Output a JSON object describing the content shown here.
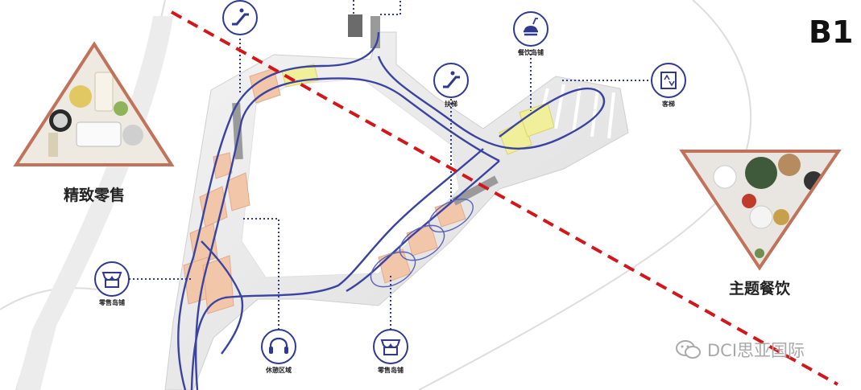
{
  "level": "B1",
  "zones": {
    "retail": "精致零售",
    "dining": "主题餐饮"
  },
  "icons": {
    "escalator_top": "",
    "stairs_top": "",
    "escalator_mid": "扶梯",
    "dining_kiosk": "餐饮岛铺",
    "elevator": "客梯",
    "retail_kiosk_left": "零售岛铺",
    "rest_area": "休憩区域",
    "retail_kiosk_bottom": "零售岛铺"
  },
  "watermark": "DCI思亚国际",
  "colors": {
    "route": "#3a43a0",
    "dashed_divider": "#d4161a",
    "retail_units": "#f2c7a9",
    "dining_units": "#f2ef9a",
    "triangle_border": "#c0735a"
  },
  "icon_names": [
    "escalator-icon",
    "stairs-icon",
    "dining-icon",
    "elevator-icon",
    "storefront-icon",
    "headphones-icon"
  ]
}
